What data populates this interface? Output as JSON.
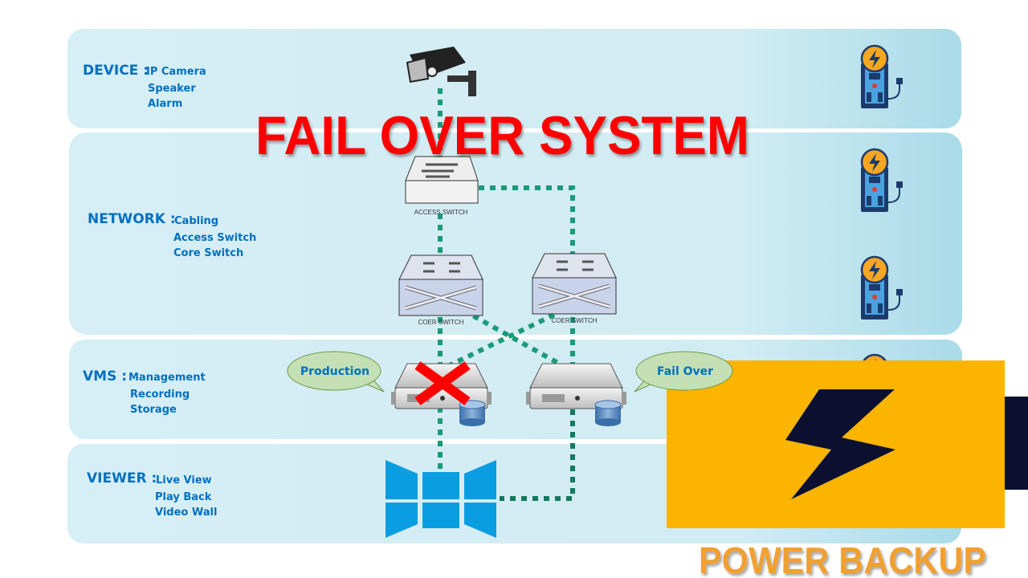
{
  "title": "FAIL OVER SYSTEM",
  "layers": [
    {
      "name": "DEVICE :",
      "items": [
        "IP Camera",
        "Speaker",
        "Alarm"
      ]
    },
    {
      "name": "NETWORK :",
      "items": [
        "Cabling",
        "Access Switch",
        "Core Switch"
      ]
    },
    {
      "name": "VMS :",
      "items": [
        "Management",
        "Recording",
        "Storage"
      ]
    },
    {
      "name": "VIEWER :",
      "items": [
        "Live View",
        "Play Back",
        "Video Wall"
      ]
    }
  ],
  "nodes": {
    "access_switch": "ACCESS SWITCH",
    "core_switch_1": "COER SWITCH",
    "core_switch_2": "COER SWITCH",
    "production_bubble": "Production",
    "failover_bubble": "Fail Over"
  },
  "power_backup": {
    "label": "POWER BACKUP",
    "icon": "lightning-bolt-icon"
  },
  "icons": {
    "device": "cctv-camera-icon",
    "ups": "ups-power-icon",
    "server": "server-icon",
    "viewer": "windows-logo-icon",
    "failed": "red-x-icon"
  },
  "colors": {
    "title": "#ff0000",
    "label": "#0070c0",
    "cable": "#1a9a78",
    "power_box": "#fbb400",
    "power_text": "#f0a030",
    "bolt": "#0b1030"
  }
}
